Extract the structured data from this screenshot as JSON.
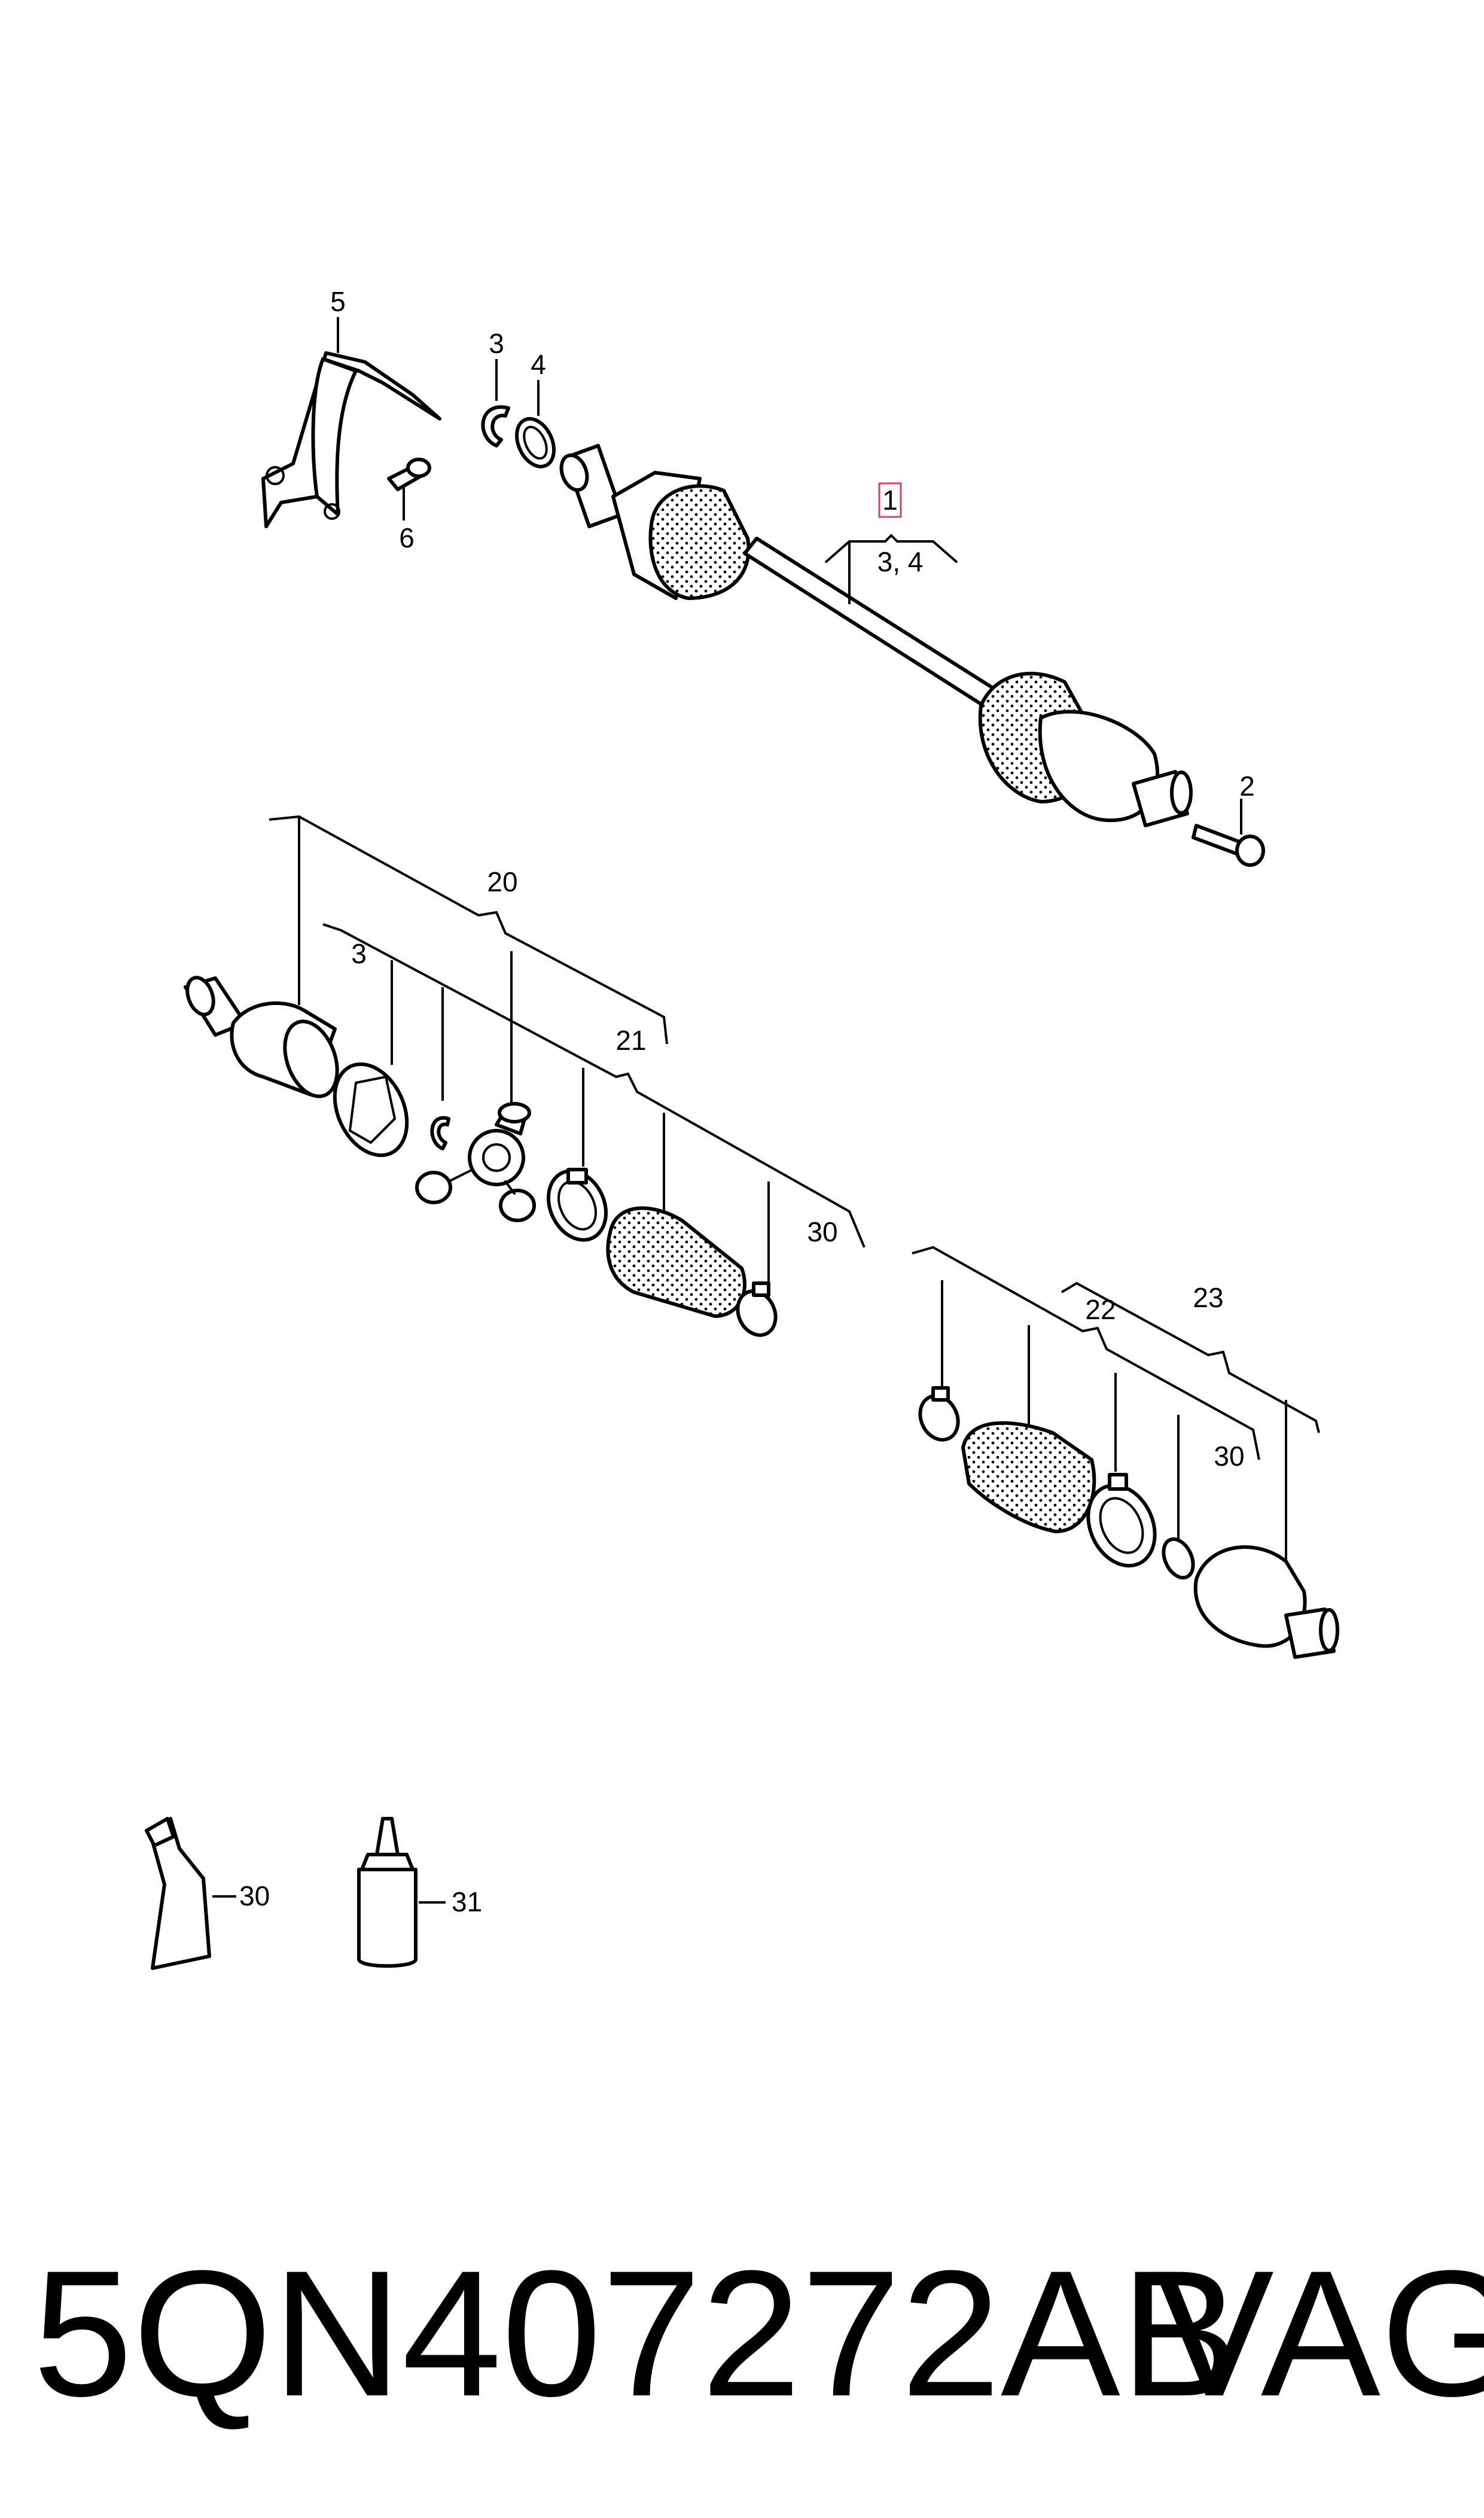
{
  "diagram": {
    "callouts": [
      "5",
      "3",
      "4",
      "6",
      "1",
      "3, 4",
      "2",
      "20",
      "3",
      "21",
      "30",
      "22",
      "23",
      "30",
      "30",
      "31"
    ],
    "highlighted_callout": "1",
    "highlight_color": "#e0405a",
    "line_color": "#000000",
    "background": "#ffffff"
  },
  "footer": {
    "part_number": "5QN407272AB",
    "brand": "VAG"
  }
}
